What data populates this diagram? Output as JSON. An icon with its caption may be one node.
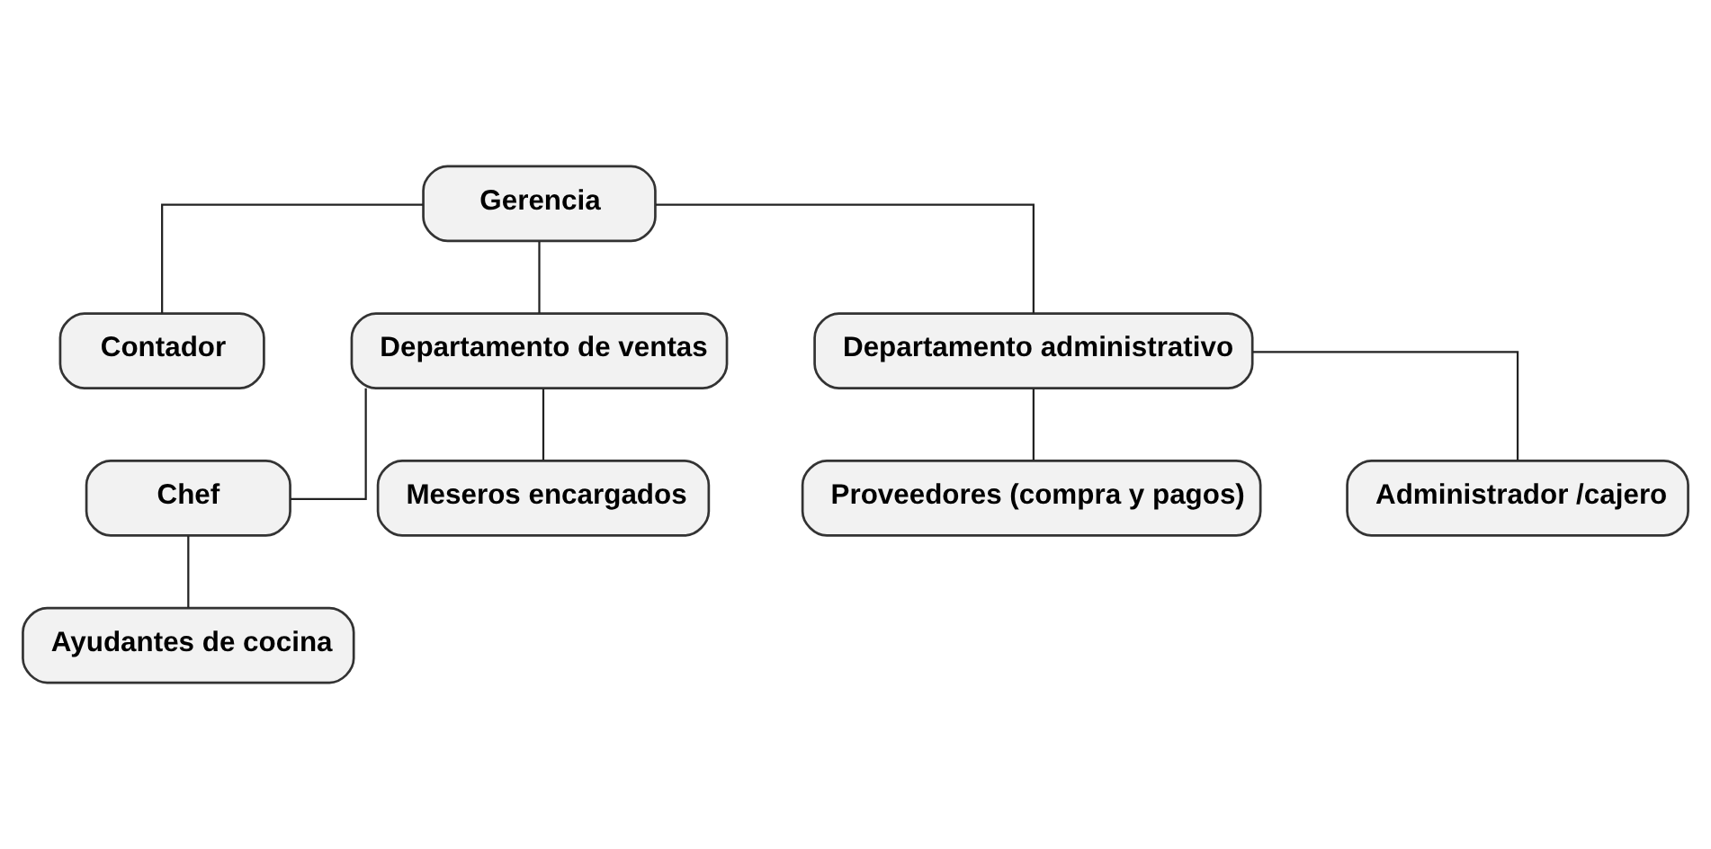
{
  "diagram": {
    "nodes": [
      {
        "text": [
          "Gerencia"
        ]
      },
      {
        "text": [
          "Contador"
        ]
      },
      {
        "text": [
          "Departamento de ventas"
        ]
      },
      {
        "text": [
          "Departamento administrativo"
        ]
      },
      {
        "text": [
          "Chef"
        ]
      },
      {
        "text": [
          "Meseros encargados"
        ]
      },
      {
        "text": [
          "Proveedores (compra y pagos)"
        ]
      },
      {
        "text": [
          "Administrador /cajero"
        ]
      },
      {
        "text": [
          "Ayudantes de cocina"
        ]
      }
    ],
    "edges": [
      {
        "from": 0,
        "to": 1,
        "arrow": "none"
      },
      {
        "from": 0,
        "to": 2,
        "arrow": "none"
      },
      {
        "from": 0,
        "to": 3,
        "arrow": "none"
      },
      {
        "from": 2,
        "to": 4,
        "arrow": "none"
      },
      {
        "from": 2,
        "to": 5,
        "arrow": "none"
      },
      {
        "from": 3,
        "to": 6,
        "arrow": "none"
      },
      {
        "from": 3,
        "to": 7,
        "arrow": "none"
      },
      {
        "from": 4,
        "to": 8,
        "arrow": "none"
      }
    ]
  }
}
